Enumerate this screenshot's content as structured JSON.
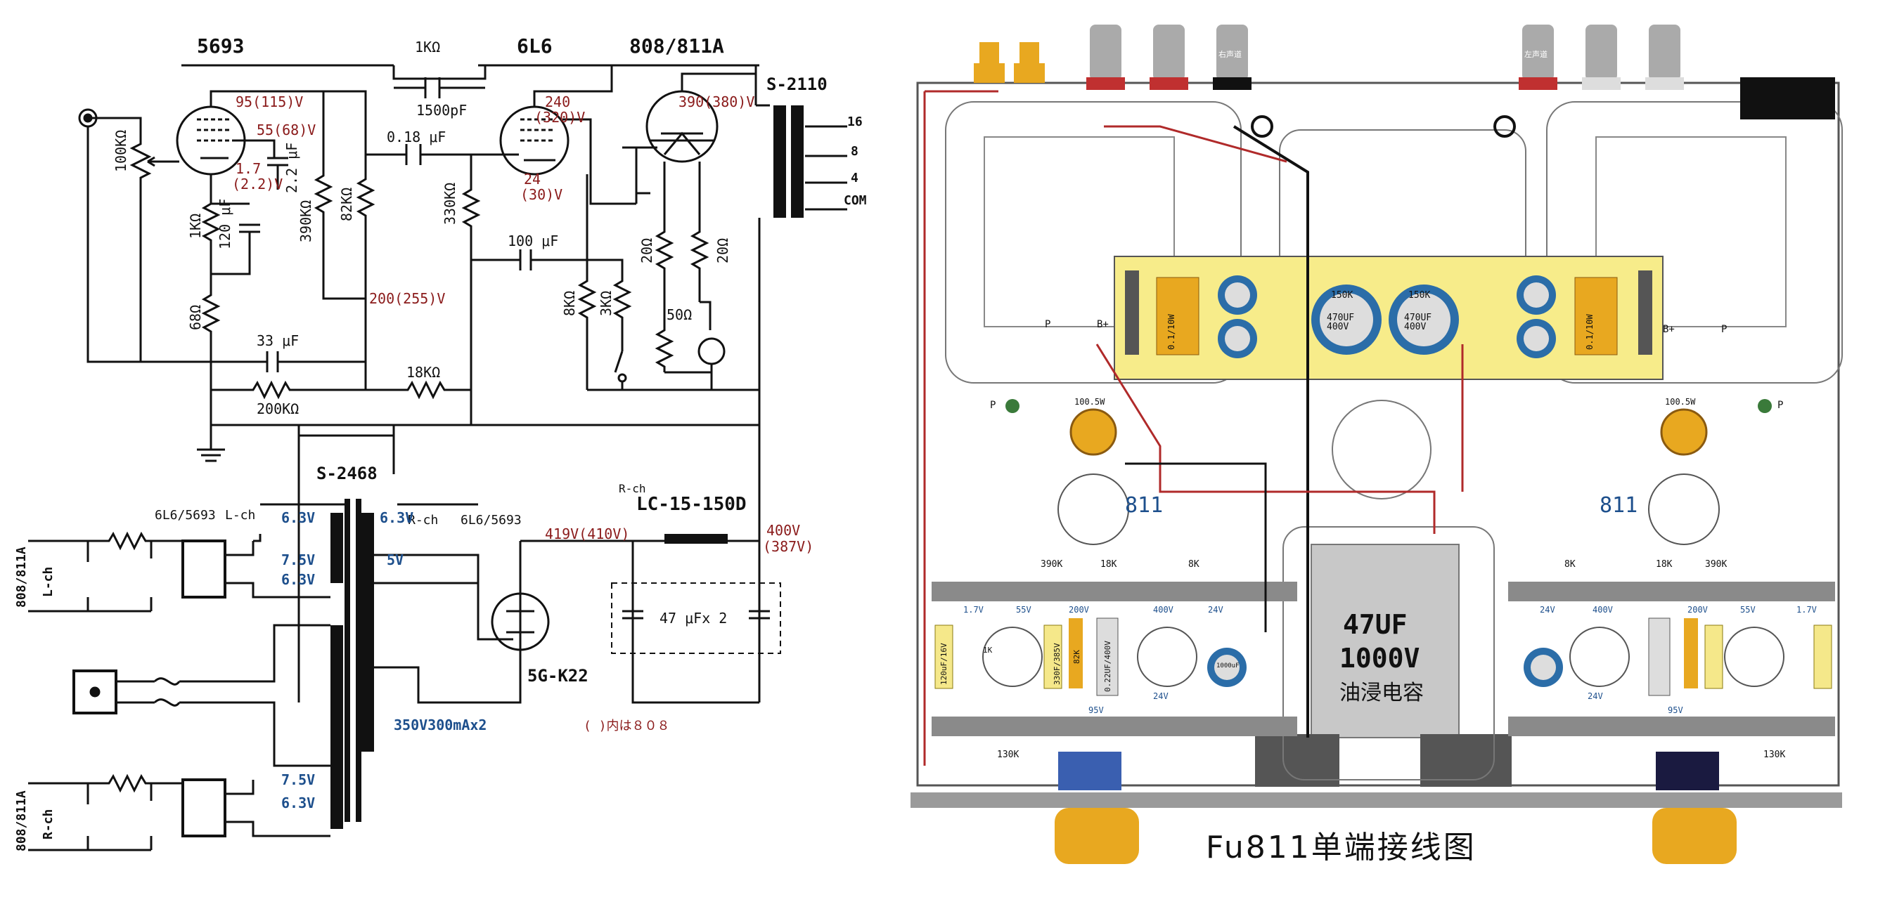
{
  "schematic": {
    "tube_labels": {
      "v1": "5693",
      "v2": "6L6",
      "v3": "808/811A"
    },
    "transformers": {
      "output": "S-2110",
      "power": "S-2468",
      "choke": "LC-15-150D",
      "rectifier": "5G-K22"
    },
    "output_taps": [
      "16",
      "8",
      "4",
      "COM"
    ],
    "components": {
      "vol": "100KΩ",
      "fb_r": "1KΩ",
      "fb_c": "1500pF",
      "coup_c": "0.18 μF",
      "k1_r": "1KΩ",
      "k1_c": "120 μF",
      "ps_c": "2.2 μF",
      "r390": "390KΩ",
      "r82": "82KΩ",
      "r68": "68Ω",
      "c33": "33 μF",
      "r200": "200KΩ",
      "r18": "18KΩ",
      "r330": "330KΩ",
      "c100": "100 μF",
      "r8": "8KΩ",
      "r3": "3KΩ",
      "r20a": "20Ω",
      "r20b": "20Ω",
      "r50": "50Ω",
      "cfilt": "47 μFx 2"
    },
    "voltages": {
      "v1_plate": "95(115)V",
      "v1_screen": "55(68)V",
      "v1_cath_a": "1.7",
      "v1_cath_b": "(2.2)V",
      "node200": "200(255)V",
      "v2_plate_a": "240",
      "v2_plate_b": "(320)V",
      "v2_cath_a": "24",
      "v2_cath_b": "(30)V",
      "v3_plate": "390(380)V",
      "b_plus": "419V(410V)",
      "b_out_a": "400V",
      "b_out_b": "(387V)"
    },
    "heater": {
      "l_taps": "6L6/5693",
      "l_ch": "L-ch",
      "r_taps": "6L6/5693",
      "r_ch": "R-ch",
      "v63a": "6.3V",
      "v63b": "6.3V",
      "v75": "7.5V",
      "v63c": "6.3V",
      "v5": "5V",
      "v75b": "7.5V",
      "v63d": "6.3V",
      "hv": "350V300mAx2",
      "rch": "R-ch"
    },
    "side_labels": {
      "top_a": "808/811A",
      "top_b": "L-ch",
      "bot_a": "808/811A",
      "bot_b": "R-ch"
    },
    "note": "(   )内は８０８"
  },
  "layout_view": {
    "title": "Fu811单端接线图",
    "big_cap": {
      "value": "47UF",
      "voltage": "1000V",
      "type": "油浸电容"
    },
    "tube": "811",
    "terminals": {
      "p": "P",
      "bplus": "B+"
    },
    "jack_labels": {
      "left": "右声道",
      "right": "左声道"
    },
    "pot": "100.5W",
    "board": {
      "r150a": "150K",
      "r150b": "150K",
      "c470a": "470UF\n400V",
      "c470b": "470UF\n400V",
      "res": "0.1/10W"
    },
    "strip_labels_left": [
      "390K",
      "18K",
      "8K",
      "130K"
    ],
    "strip_labels_right": [
      "8K",
      "18K",
      "390K",
      "130K"
    ],
    "volts_left": [
      "1.7V",
      "55V",
      "200V",
      "400V",
      "24V",
      "95V",
      "24V"
    ],
    "volts_right": [
      "24V",
      "400V",
      "200V",
      "55V",
      "1.7V",
      "95V",
      "24V"
    ],
    "cap_labels": [
      "330F/385V",
      "82K",
      "0.22UF/400V",
      "1000uF",
      "120uF/16V",
      "1K"
    ]
  }
}
